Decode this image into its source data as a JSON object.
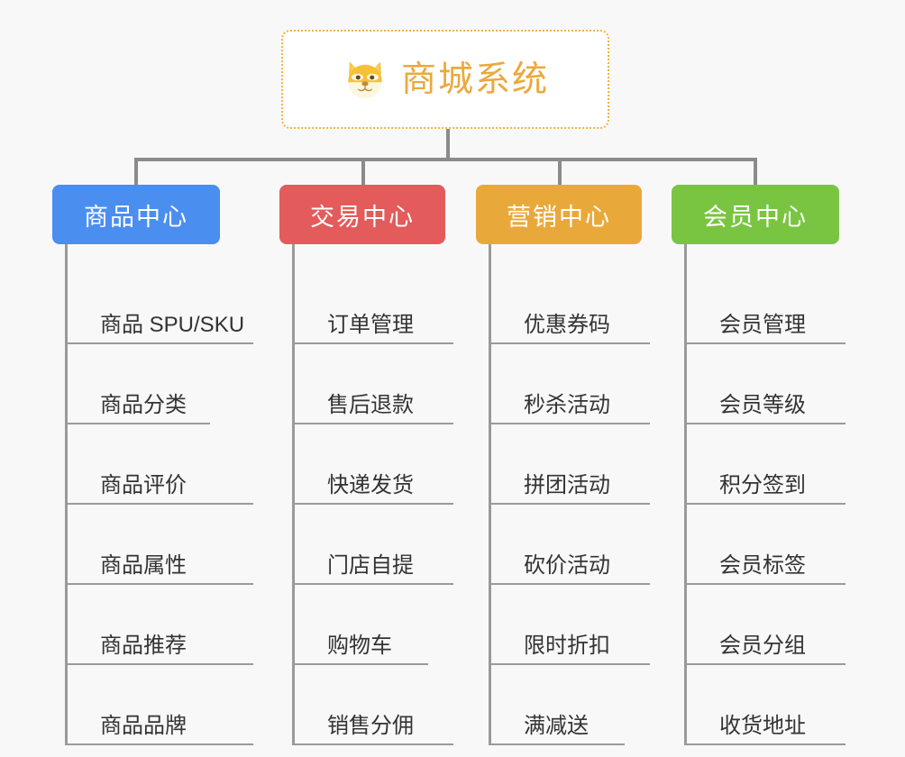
{
  "root": {
    "title": "商城系统",
    "icon": "shiba-dog-face-icon",
    "border_color": "#f0b340",
    "text_color": "#eba93c",
    "background": "#ffffff"
  },
  "canvas": {
    "background": "#f8f8f8",
    "connector_color": "#8b8b8b"
  },
  "categories": [
    {
      "label": "商品中心",
      "color": "#4a8ef0",
      "items": [
        {
          "label": "商品 SPU/SKU"
        },
        {
          "label": "商品分类"
        },
        {
          "label": "商品评价"
        },
        {
          "label": "商品属性"
        },
        {
          "label": "商品推荐"
        },
        {
          "label": "商品品牌"
        }
      ]
    },
    {
      "label": "交易中心",
      "color": "#e35b5b",
      "items": [
        {
          "label": "订单管理"
        },
        {
          "label": "售后退款"
        },
        {
          "label": "快递发货"
        },
        {
          "label": "门店自提"
        },
        {
          "label": "购物车"
        },
        {
          "label": "销售分佣"
        }
      ]
    },
    {
      "label": "营销中心",
      "color": "#e9a93a",
      "items": [
        {
          "label": "优惠券码"
        },
        {
          "label": "秒杀活动"
        },
        {
          "label": "拼团活动"
        },
        {
          "label": "砍价活动"
        },
        {
          "label": "限时折扣"
        },
        {
          "label": "满减送"
        }
      ]
    },
    {
      "label": "会员中心",
      "color": "#79c542",
      "items": [
        {
          "label": "会员管理"
        },
        {
          "label": "会员等级"
        },
        {
          "label": "积分签到"
        },
        {
          "label": "会员标签"
        },
        {
          "label": "会员分组"
        },
        {
          "label": "收货地址"
        }
      ]
    }
  ]
}
